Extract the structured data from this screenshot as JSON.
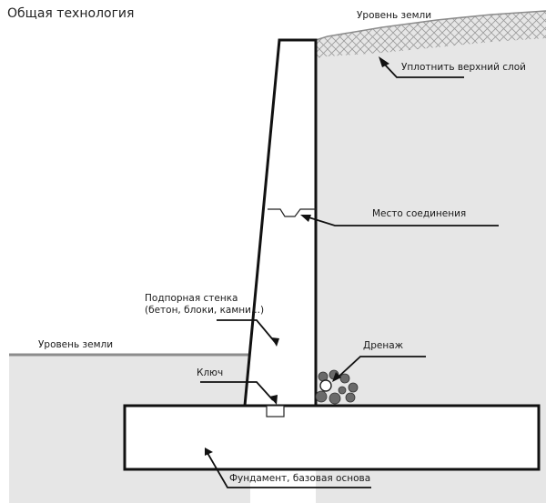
{
  "title": "Общая технология",
  "labels": {
    "ground_level_top": "Уровень земли",
    "compact_top_layer": "Уплотнить верхний слой",
    "joint_location": "Место соединения",
    "retaining_wall_line1": "Подпорная стенка",
    "retaining_wall_line2": "(бетон, блоки, камни...)",
    "ground_level_left": "Уровень земли",
    "drainage": "Дренаж",
    "key": "Ключ",
    "foundation": "Фундамент, базовая основа"
  }
}
